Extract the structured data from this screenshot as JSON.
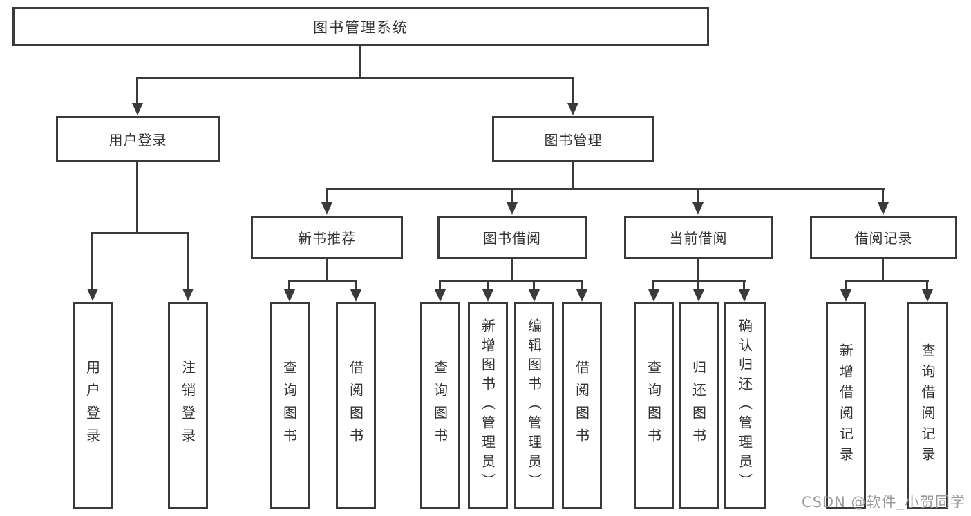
{
  "watermark": "CSDN @软件_小贺同学",
  "colors": {
    "line": "#3a3a3a",
    "text": "#333333",
    "background": "#ffffff",
    "watermark": "#9a9a9a"
  },
  "tree": {
    "root": "图书管理系统",
    "branches": [
      {
        "label": "用户登录",
        "children": [
          "用户登录",
          "注销登录"
        ]
      },
      {
        "label": "图书管理",
        "children": [
          {
            "label": "新书推荐",
            "children": [
              "查询图书",
              "借阅图书"
            ]
          },
          {
            "label": "图书借阅",
            "children": [
              "查询图书",
              "新增图书（管理员）",
              "编辑图书（管理员）",
              "借阅图书"
            ]
          },
          {
            "label": "当前借阅",
            "children": [
              "查询图书",
              "归还图书",
              "确认归还（管理员）"
            ]
          },
          {
            "label": "借阅记录",
            "children": [
              "新增借阅记录",
              "查询借阅记录"
            ]
          }
        ]
      }
    ]
  }
}
